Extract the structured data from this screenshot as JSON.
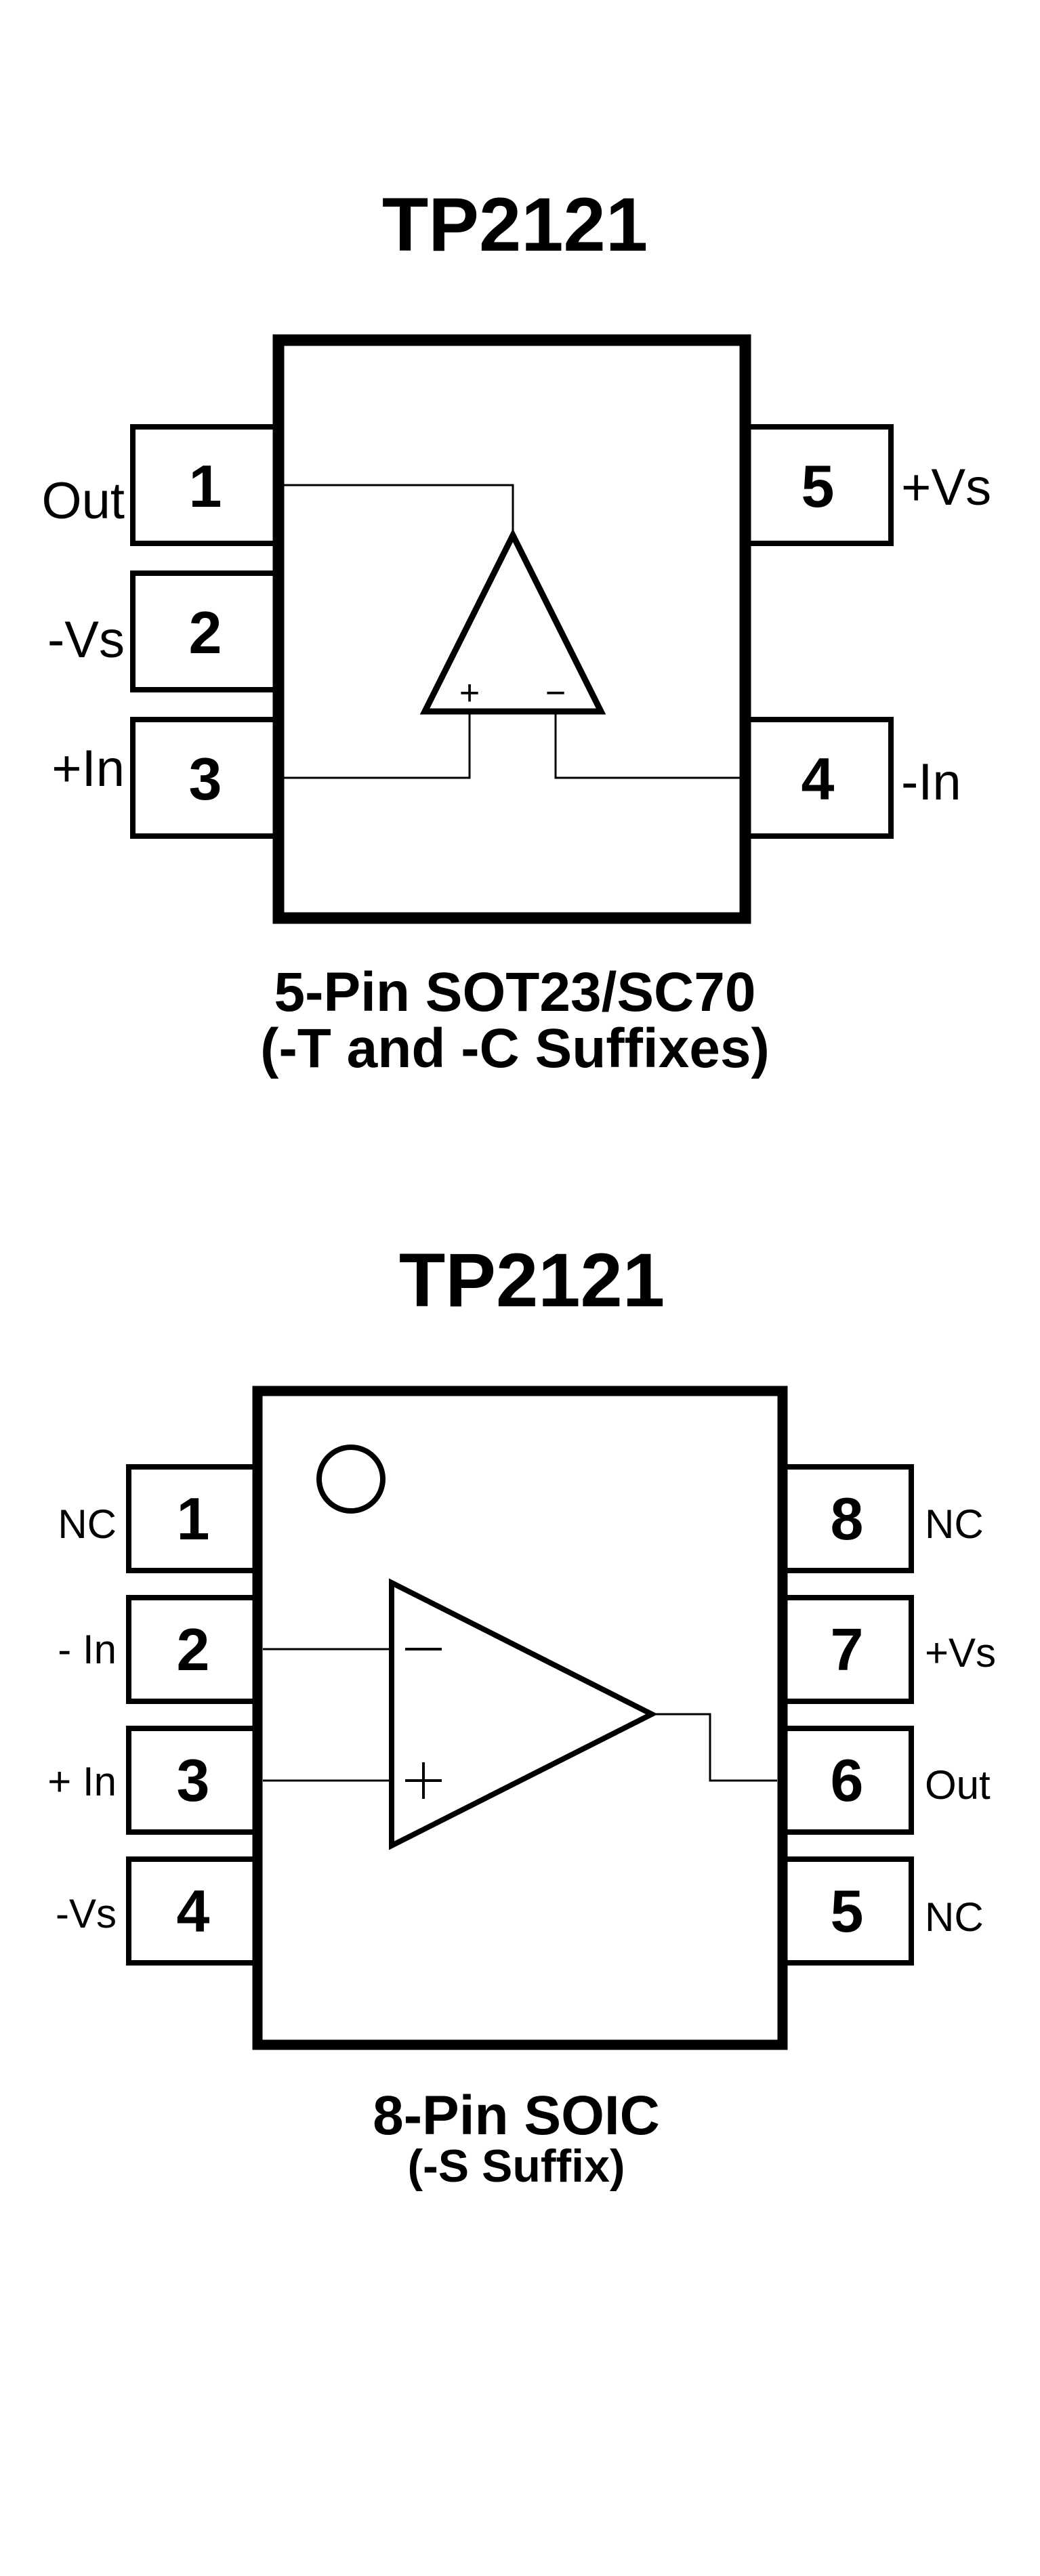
{
  "top": {
    "title": "TP2121",
    "package_line1": "5-Pin SOT23/SC70",
    "package_line2": "(-T and -C Suffixes)",
    "pins": [
      {
        "num": "1",
        "label": "Out"
      },
      {
        "num": "2",
        "label": "-Vs"
      },
      {
        "num": "3",
        "label": "+In"
      },
      {
        "num": "4",
        "label": "-In"
      },
      {
        "num": "5",
        "label": "+Vs"
      }
    ],
    "plus_sign": "+",
    "minus_sign": "−"
  },
  "bottom": {
    "title": "TP2121",
    "package_line1": "8-Pin SOIC",
    "package_line2": "(-S Suffix)",
    "pins": [
      {
        "num": "1",
        "label": "NC"
      },
      {
        "num": "2",
        "label": "- In"
      },
      {
        "num": "3",
        "label": "+ In"
      },
      {
        "num": "4",
        "label": "-Vs"
      },
      {
        "num": "5",
        "label": "NC"
      },
      {
        "num": "6",
        "label": "Out"
      },
      {
        "num": "7",
        "label": "+Vs"
      },
      {
        "num": "8",
        "label": "NC"
      }
    ]
  }
}
